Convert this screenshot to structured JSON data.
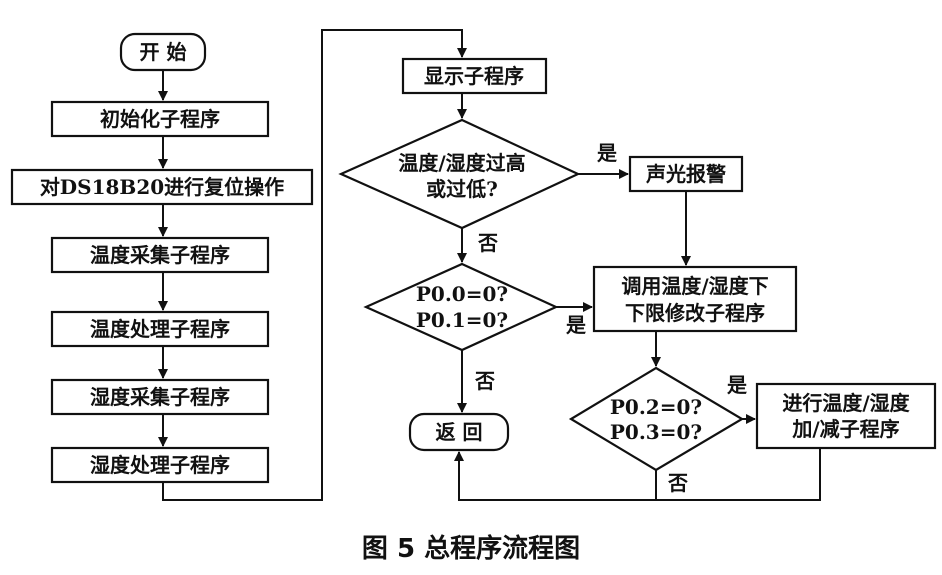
{
  "flowchart": {
    "left": {
      "start": "开 始",
      "init": "初始化子程序",
      "reset": "对DS18B20进行复位操作",
      "temp_collect": "温度采集子程序",
      "temp_process": "温度处理子程序",
      "hum_collect": "湿度采集子程序",
      "hum_process": "湿度处理子程序"
    },
    "right": {
      "display": "显示子程序",
      "decision1_line1": "温度/湿度过高",
      "decision1_line2": "或过低?",
      "alarm": "声光报警",
      "decision2_line1": "P0.0=0?",
      "decision2_line2": "P0.1=0?",
      "modify_line1": "调用温度/湿度下",
      "modify_line2": "下限修改子程序",
      "decision3_line1": "P0.2=0?",
      "decision3_line2": "P0.3=0?",
      "adjust_line1": "进行温度/湿度",
      "adjust_line2": "加/减子程序",
      "return": "返 回"
    },
    "edge_labels": {
      "yes": "是",
      "no": "否"
    }
  },
  "caption": "图 5   总程序流程图"
}
